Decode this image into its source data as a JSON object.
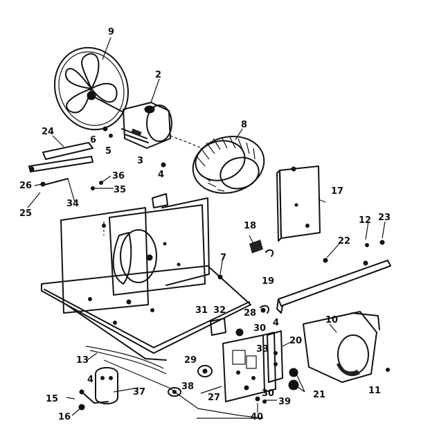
{
  "diagram": {
    "callouts": {
      "c2": "2",
      "c3": "3",
      "c4a": "4",
      "c4b": "4",
      "c4c": "4",
      "c5": "5",
      "c6": "6",
      "c7": "7",
      "c8": "8",
      "c9": "9",
      "c10": "10",
      "c11": "11",
      "c12": "12",
      "c13": "13",
      "c15": "15",
      "c16": "16",
      "c17": "17",
      "c18": "18",
      "c19": "19",
      "c20": "20",
      "c21": "21",
      "c22": "22",
      "c23": "23",
      "c24": "24",
      "c25": "25",
      "c26": "26",
      "c27": "27",
      "c28": "28",
      "c29": "29",
      "c30a": "30",
      "c30b": "30",
      "c31": "31",
      "c32": "32",
      "c33": "33",
      "c34": "34",
      "c35": "35",
      "c36": "36",
      "c37": "37",
      "c38": "38",
      "c39": "39",
      "c40": "40"
    }
  }
}
